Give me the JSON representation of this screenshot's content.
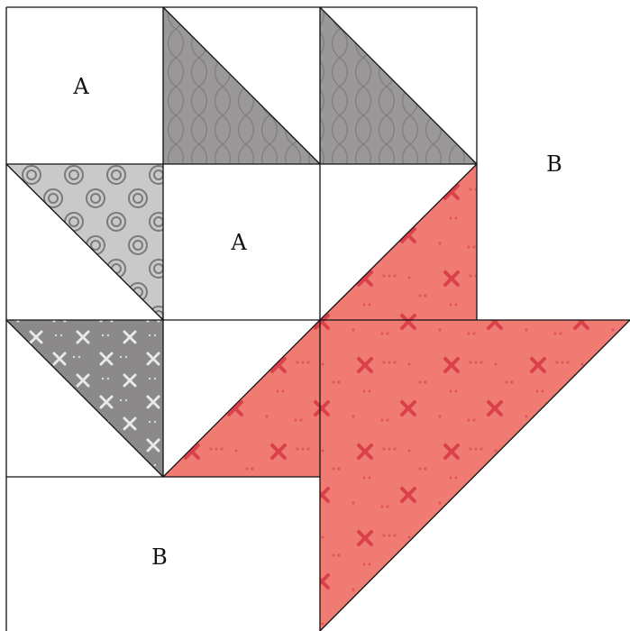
{
  "labels": {
    "a1": "A",
    "a2": "A",
    "b1": "B",
    "b2": "B"
  },
  "colors": {
    "background": "#ffffff",
    "line": "#111111",
    "gray_scallop": "#9a9898",
    "gray_scallop_line": "#7d7b7b",
    "light_gray_circles": "#c7c7c7",
    "circle_ring": "#7a7a7a",
    "dark_gray_x": "#8a8888",
    "dark_gray_x_mark": "#e9e9e9",
    "coral": "#ef7b73",
    "coral_mark": "#d9404a",
    "coral_dot": "#e75c63"
  }
}
